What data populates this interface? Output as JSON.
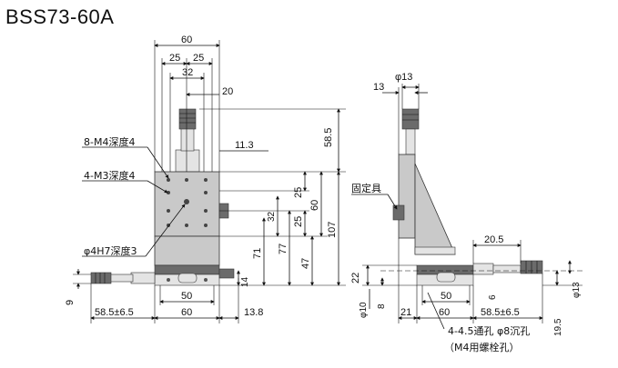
{
  "title": "BSS73-60A",
  "front": {
    "top_dims": [
      "60",
      "25",
      "25",
      "32",
      "20"
    ],
    "right_dims": [
      "58.5",
      "11.3",
      "25",
      "60",
      "25",
      "32",
      "77",
      "71",
      "47",
      "107"
    ],
    "bottom_dims": [
      "50",
      "60",
      "58.5±6.5",
      "13.8",
      "14",
      "9"
    ],
    "callouts": [
      "8-M4深度4",
      "4-M3深度4",
      "φ4H7深度3"
    ]
  },
  "side": {
    "top_dims": [
      "φ13",
      "13"
    ],
    "label": "固定具",
    "dims": [
      "20.5",
      "22",
      "8",
      "φ10",
      "21",
      "50",
      "60",
      "6",
      "58.5±6.5",
      "19.5",
      "φ13"
    ],
    "note_line1": "4-4.5通孔 φ8沉孔",
    "note_line2": "（M4用螺栓孔）"
  }
}
